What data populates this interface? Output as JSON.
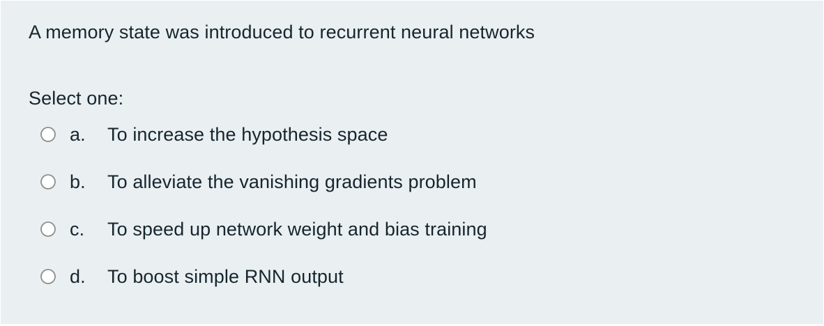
{
  "question": {
    "stem": "A memory state was introduced to recurrent neural networks",
    "select_label": "Select one:",
    "options": [
      {
        "letter": "a.",
        "text": "To increase the hypothesis space",
        "selected": false,
        "icon": "radio-unchecked-icon"
      },
      {
        "letter": "b.",
        "text": "To alleviate the vanishing gradients problem",
        "selected": false,
        "icon": "radio-unchecked-icon"
      },
      {
        "letter": "c.",
        "text": "To speed up network weight and bias training",
        "selected": false,
        "icon": "radio-unchecked-icon"
      },
      {
        "letter": "d.",
        "text": "To boost simple RNN output",
        "selected": false,
        "icon": "radio-unchecked-icon"
      }
    ]
  },
  "colors": {
    "panel_background": "#eaeff2",
    "page_background": "#ffffff",
    "text": "#16262e",
    "radio_border": "#8b8f92",
    "radio_fill": "#ffffff"
  }
}
